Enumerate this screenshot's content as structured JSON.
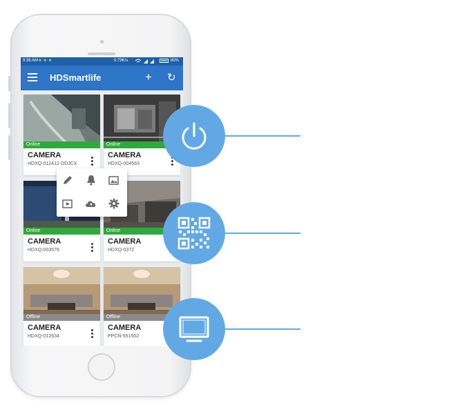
{
  "statusbar": {
    "time": "9:36 AM",
    "speed": "0.79K/s",
    "battery": "80%"
  },
  "appbar": {
    "title": "HDSmartlife"
  },
  "cameras": [
    {
      "name": "CAMERA",
      "id": "HDXQ-012412-DDJCX",
      "status": "Online",
      "status_color": "#2eaa3c"
    },
    {
      "name": "CAMERA",
      "id": "HDXQ-004563",
      "status": "Online",
      "status_color": "#2eaa3c"
    },
    {
      "name": "CAMERA",
      "id": "HDXQ-003578",
      "status": "Online",
      "status_color": "#2eaa3c"
    },
    {
      "name": "CAMERA",
      "id": "HDXQ-0372",
      "status": "Online",
      "status_color": "#2eaa3c"
    },
    {
      "name": "CAMERA",
      "id": "HDXQ-012634",
      "status": "Offline",
      "status_color": "#8a8a8a"
    },
    {
      "name": "CAMERA",
      "id": "PPCN-551502",
      "status": "Offline",
      "status_color": "#8a8a8a"
    }
  ],
  "popup_menu": [
    "edit-icon",
    "bell-icon",
    "gallery-icon",
    "video-icon",
    "cloud-icon",
    "settings-icon"
  ],
  "features": [
    "power-icon",
    "qr-code-icon",
    "monitor-icon"
  ],
  "colors": {
    "appbar": "#2e74c7",
    "statusbar": "#1f5fa8",
    "accent": "#62a8e5",
    "online": "#2eaa3c",
    "offline": "#8a8a8a"
  }
}
